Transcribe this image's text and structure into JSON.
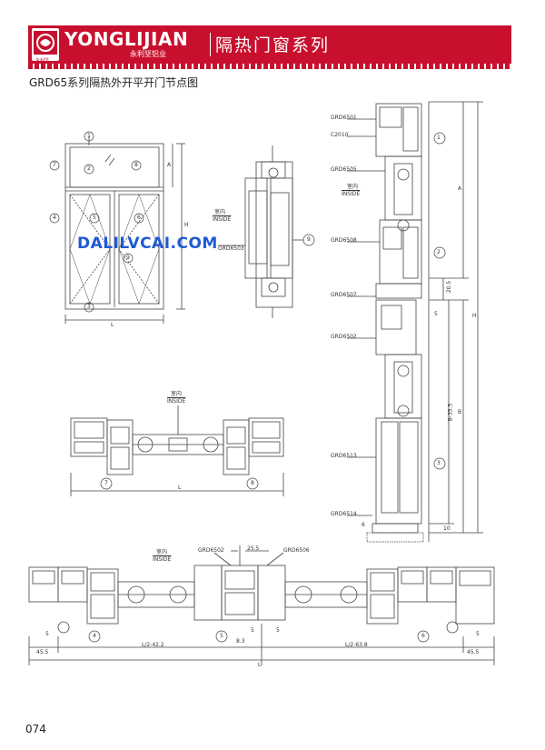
{
  "header": {
    "brand_en": "YONGLIJIAN",
    "brand_cn": "永利坚铝业",
    "series_cn": "隔热门窗系列",
    "tagline": "永利坚"
  },
  "page_title": "GRD65系列隔热外开平开门节点图",
  "watermark": "DALILVCAI.COM",
  "page_number": "074",
  "elevation": {
    "markers": [
      "1",
      "2",
      "3",
      "4",
      "5",
      "6",
      "7",
      "8",
      "9"
    ],
    "dim_A": "A",
    "dim_H": "H",
    "dim_L": "L"
  },
  "section9": {
    "indoor_cn": "室内",
    "indoor_en": "INSIDE",
    "part": "GRD6503",
    "marker": "9"
  },
  "section78": {
    "indoor_cn": "室内",
    "indoor_en": "INSIDE",
    "marker_left": "7",
    "marker_right": "8",
    "dim_L": "L"
  },
  "vertical": {
    "parts": [
      "GRD6501",
      "C2010",
      "GRD6505",
      "GRD6508",
      "GRD6507",
      "GRD6502",
      "GRD6513",
      "GRD6514"
    ],
    "indoor_cn": "室内",
    "indoor_en": "INSIDE",
    "markers": [
      "1",
      "2",
      "3"
    ],
    "dims": [
      "A",
      "H",
      "B",
      "B-35.5",
      "20.5",
      "5",
      "6",
      "10"
    ]
  },
  "bottom_section": {
    "indoor_cn": "室内",
    "indoor_en": "INSIDE",
    "part_left": "GRD6502",
    "part_right": "GRD6506",
    "dim_top": "25.5",
    "markers": [
      "4",
      "5",
      "6"
    ],
    "dims": [
      "5",
      "5",
      "8.3",
      "5",
      "5",
      "45.5",
      "L/2-42.2",
      "L/2-63.8",
      "45.5",
      "L"
    ]
  }
}
